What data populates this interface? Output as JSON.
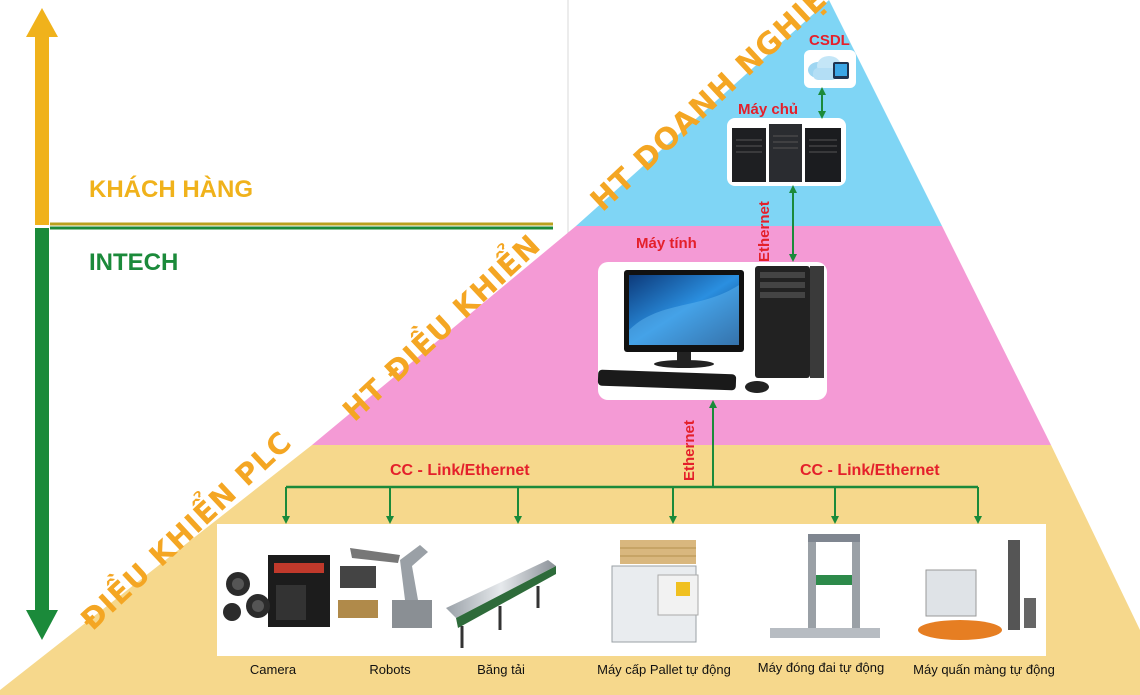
{
  "axis": {
    "upper_label": "KHÁCH HÀNG",
    "lower_label": "INTECH",
    "colors": {
      "upper": "#f0b21b",
      "lower": "#1b8a3a"
    }
  },
  "tiers": {
    "enterprise": "HT DOANH NGHIỆP",
    "control": "HT ĐIỀU KHIỂN",
    "plc": "ĐIỀU KHIỂN PLC",
    "colors": {
      "enterprise": "#7fd5f5",
      "control": "#f49ad5",
      "plc": "#f6d88c"
    }
  },
  "nodes": {
    "database": "CSDL",
    "server": "Máy chủ",
    "computer": "Máy tính"
  },
  "links": {
    "ethernet_upper": "Ethernet",
    "ethernet_lower": "Ethernet",
    "bus_left": "CC - Link/Ethernet",
    "bus_right": "CC - Link/Ethernet"
  },
  "devices": [
    {
      "name": "Camera",
      "icon": "camera-icon"
    },
    {
      "name": "Robots",
      "icon": "robot-arm-icon"
    },
    {
      "name": "Băng tải",
      "icon": "conveyor-icon"
    },
    {
      "name": "Máy cấp Pallet tự động",
      "icon": "pallet-feeder-icon"
    },
    {
      "name": "Máy đóng đai tự động",
      "icon": "strapping-machine-icon"
    },
    {
      "name": "Máy quấn màng tự động",
      "icon": "wrapping-machine-icon"
    }
  ]
}
